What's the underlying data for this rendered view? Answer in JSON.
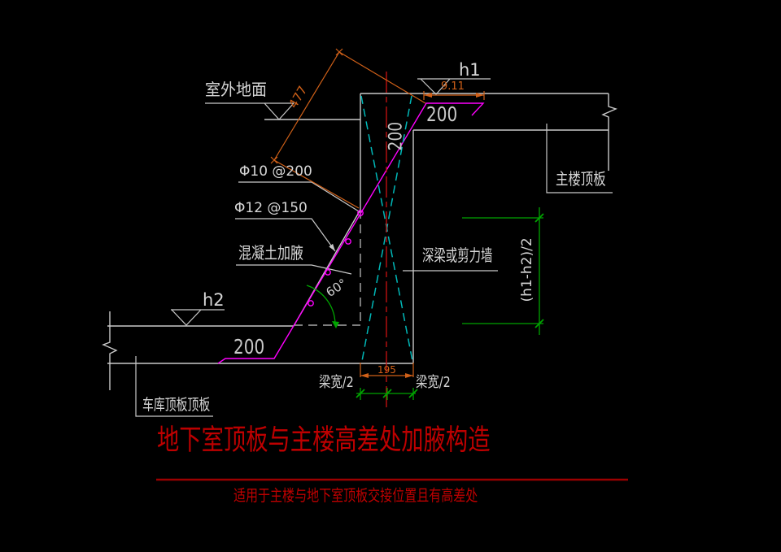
{
  "title": {
    "text": "地下室顶板与主楼高差处加腋构造",
    "subtitle": "适用于主楼与地下室顶板交接位置且有高差处"
  },
  "labels": {
    "outdoor_ground": "室外地面",
    "h1": "h1",
    "h2": "h2",
    "top_rebar": "Φ10 @200",
    "haunch_rebar": "Φ12 @150",
    "concrete_haunch": "混凝土加腋",
    "deep_beam_or_shear_wall": "深梁或剪力墙",
    "main_roof_slab": "主楼顶板",
    "garage_roof_slab": "车库顶板顶板",
    "beam_width_half_left": "梁宽/2",
    "beam_width_half_right": "梁宽/2"
  },
  "dimensions": {
    "top_rebar_extension": "200",
    "bottom_rebar_extension": "200",
    "wall_thickness": "200",
    "measure_top": "9.11",
    "measure_diagonal": "477",
    "measure_beam_bottom": "195",
    "haunch_angle": "60°",
    "height_difference_half": "(h1-h2)/2"
  },
  "colors": {
    "background": "#000000",
    "line_white": "#c9c9c9",
    "text_white": "#d6d6d6",
    "rebar_magenta": "#ff00ff",
    "brace_cyan": "#00b8b8",
    "centerline_red": "#cc1111",
    "dimension_green": "#00a400",
    "measure_orange": "#d06018",
    "title_red": "#bd0000",
    "rule_red": "#9c0000"
  }
}
